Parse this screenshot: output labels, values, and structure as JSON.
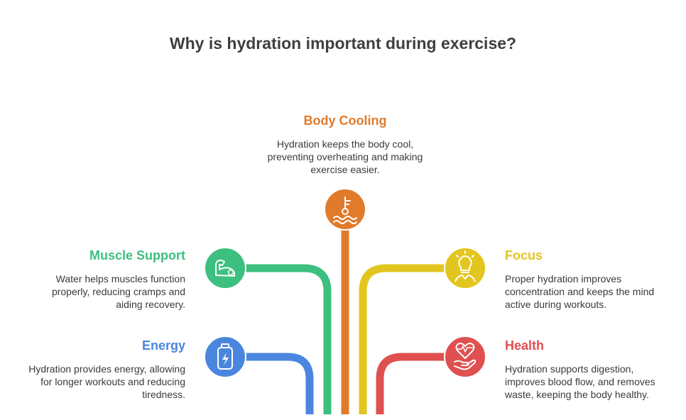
{
  "title": "Why is hydration important during exercise?",
  "colors": {
    "cooling": "#e07b2c",
    "muscle": "#3dbf7f",
    "focus": "#e2c61f",
    "energy": "#4a86de",
    "health": "#e05050"
  },
  "items": {
    "cooling": {
      "heading": "Body Cooling",
      "description": "Hydration keeps the body cool, preventing overheating and making exercise easier.",
      "icon": "thermometer-water-icon"
    },
    "muscle": {
      "heading": "Muscle Support",
      "description": "Water helps muscles function properly, reducing cramps and aiding recovery.",
      "icon": "flexed-arm-icon"
    },
    "focus": {
      "heading": "Focus",
      "description": "Proper hydration improves concentration and keeps the mind active during workouts.",
      "icon": "lightbulb-person-icon"
    },
    "energy": {
      "heading": "Energy",
      "description": "Hydration provides energy, allowing for longer workouts and reducing tiredness.",
      "icon": "energy-bottle-icon"
    },
    "health": {
      "heading": "Health",
      "description": "Hydration supports digestion, improves blood flow, and removes waste, keeping the body healthy.",
      "icon": "heart-hand-icon"
    }
  }
}
